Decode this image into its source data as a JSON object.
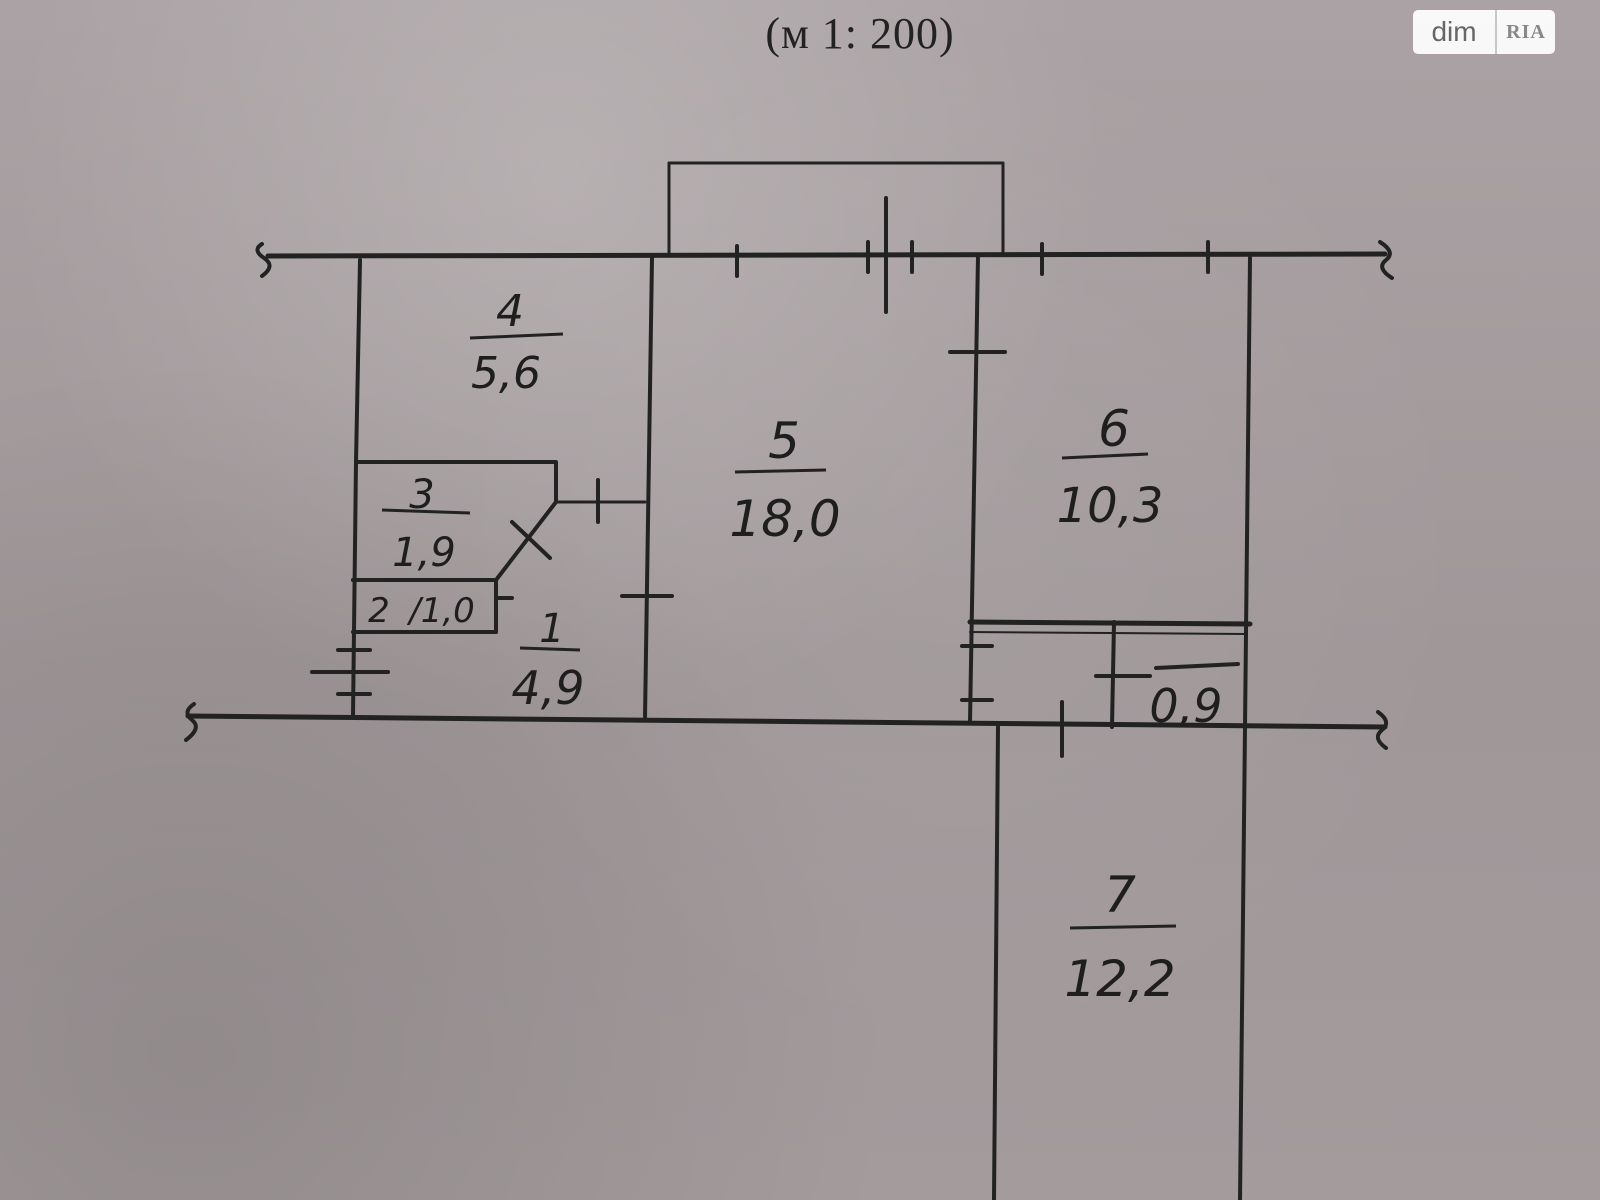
{
  "plan": {
    "scale": "(м 1: 200)",
    "watermark": {
      "text": "dim",
      "logo": "RIA"
    },
    "ink_color": "#222222",
    "paper_color": "#a49c9d",
    "rooms": [
      {
        "number": "1",
        "area": "4,9"
      },
      {
        "number": "2",
        "area": "1,0"
      },
      {
        "number": "3",
        "area": "1,9"
      },
      {
        "number": "4",
        "area": "5,6"
      },
      {
        "number": "5",
        "area": "18,0"
      },
      {
        "number": "6",
        "area": "10,3"
      },
      {
        "area": "0,9"
      },
      {
        "number": "7",
        "area": "12,2"
      }
    ]
  }
}
